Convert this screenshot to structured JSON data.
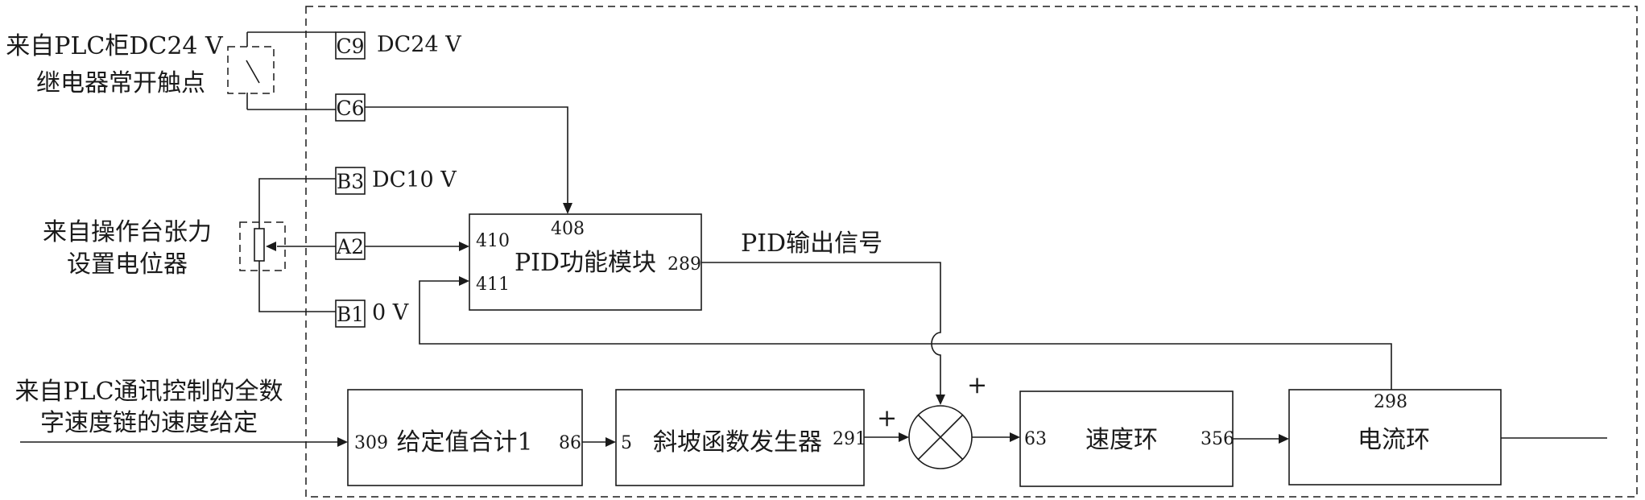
{
  "labels": {
    "relay_source_line1": "来自PLC柜DC24 V",
    "relay_source_line2": "继电器常开触点",
    "pot_source_line1": "来自操作台张力",
    "pot_source_line2": "设置电位器",
    "plc_speed_line1": "来自PLC通讯控制的全数",
    "plc_speed_line2": "字速度链的速度给定",
    "dc24v": "DC24 V",
    "dc10v": "DC10 V",
    "zero_v": "0 V",
    "pid_output": "PID输出信号",
    "plus_top": "+",
    "plus_left": "+"
  },
  "terminals": {
    "c9": "C9",
    "c6": "C6",
    "b3": "B3",
    "a2": "A2",
    "b1": "B1"
  },
  "blocks": {
    "pid": {
      "title": "PID功能模块",
      "pin_top": "408",
      "pin_in1": "410",
      "pin_in2": "411",
      "pin_out": "289"
    },
    "setpoint_sum": {
      "title": "给定值合计1",
      "pin_in": "309",
      "pin_out": "86"
    },
    "ramp": {
      "title": "斜坡函数发生器",
      "pin_in": "5",
      "pin_out": "291"
    },
    "speed_loop": {
      "title": "速度环",
      "pin_in": "63",
      "pin_out": "356"
    },
    "current_loop": {
      "title": "电流环",
      "pin_top": "298"
    }
  }
}
